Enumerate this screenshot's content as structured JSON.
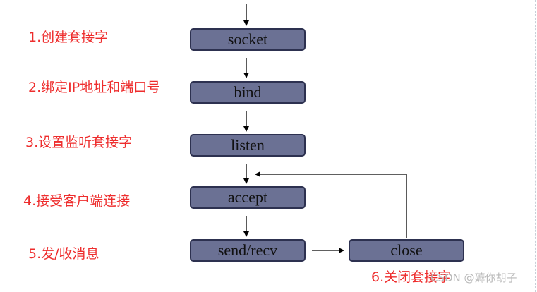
{
  "nodes": {
    "socket": "socket",
    "bind": "bind",
    "listen": "listen",
    "accept": "accept",
    "send_recv": "send/recv",
    "close": "close"
  },
  "steps": {
    "s1": "1.创建套接字",
    "s2": "2.绑定IP地址和端口号",
    "s3": "3.设置监听套接字",
    "s4": "4.接受客户端连接",
    "s5": "5.发/收消息",
    "s6": "6.关闭套接字"
  },
  "watermark": "CSDN @薅你胡子",
  "colors": {
    "box_fill": "#6b7194",
    "box_border": "#2d3150",
    "step_text": "#ee2d2d",
    "arrow": "#000000"
  }
}
